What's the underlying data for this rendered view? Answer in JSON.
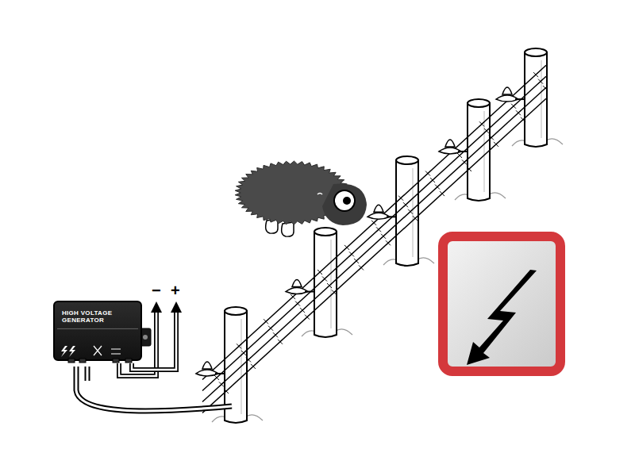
{
  "diagram": {
    "nodes": [
      {
        "text": [
          "HIGH VOLTAGE GENERATOR"
        ]
      }
    ],
    "labels": [
      "−",
      "+"
    ]
  }
}
